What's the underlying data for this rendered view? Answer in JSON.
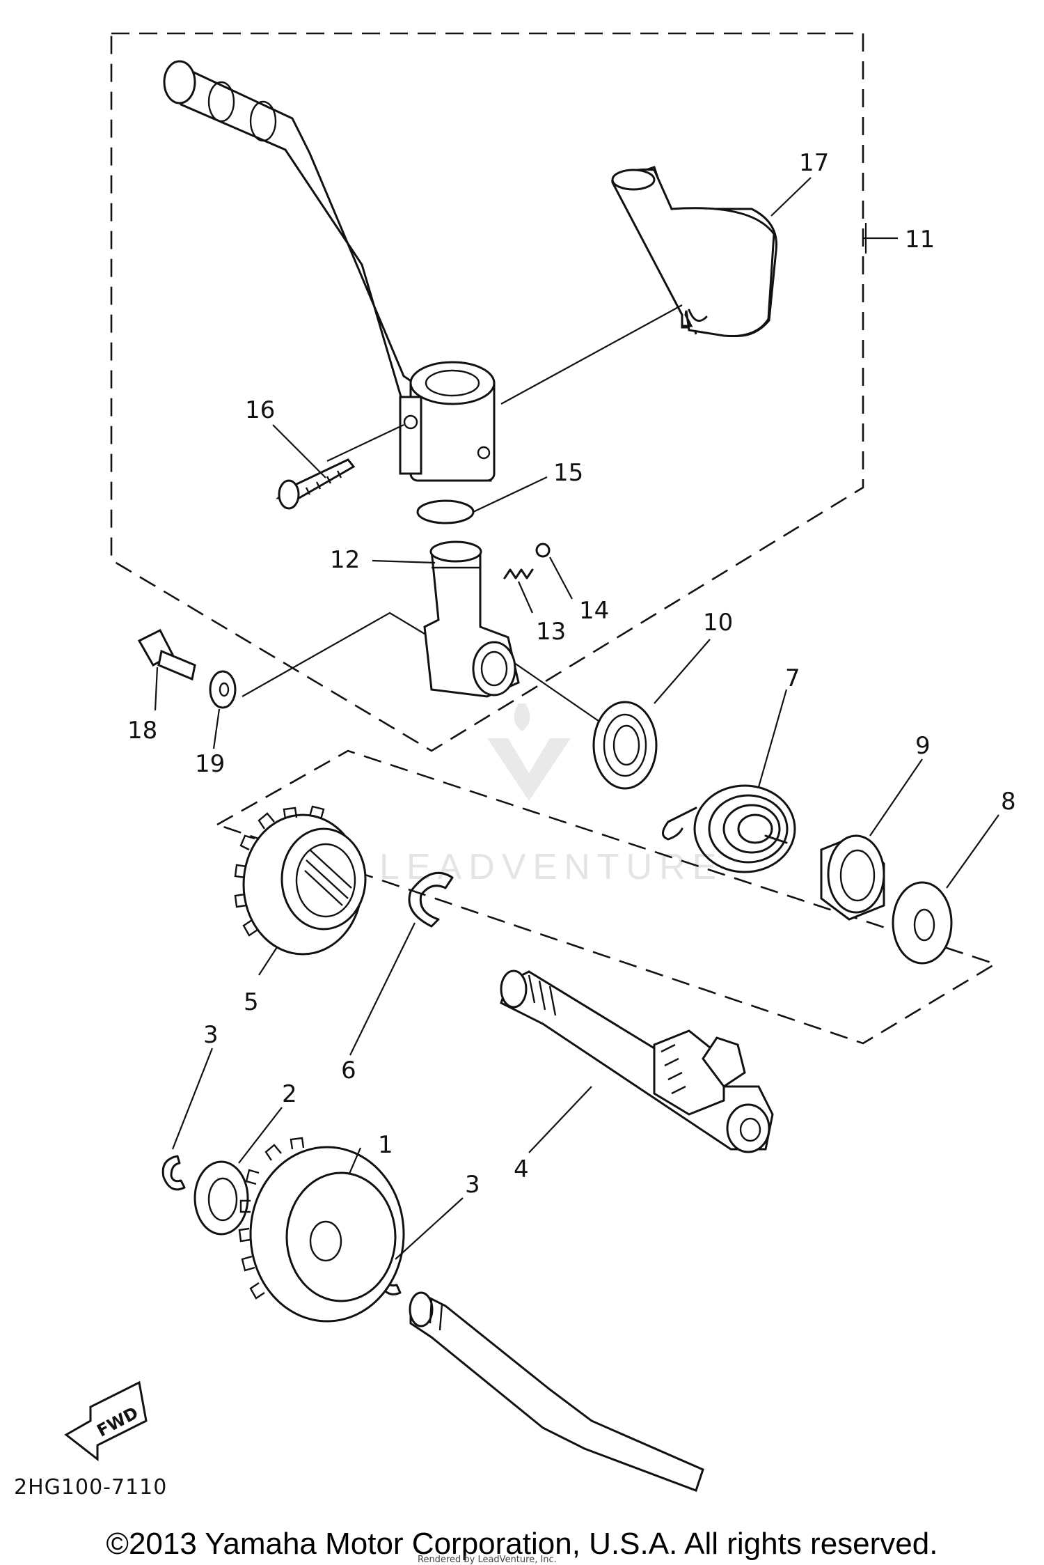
{
  "diagram": {
    "callouts": [
      "1",
      "2",
      "3",
      "3",
      "4",
      "5",
      "6",
      "7",
      "8",
      "9",
      "10",
      "11",
      "12",
      "13",
      "14",
      "15",
      "16",
      "17",
      "18",
      "19"
    ],
    "drawing_code": "2HG100-7110",
    "fwd_label": "FWD",
    "watermark": "LEADVENTURE"
  },
  "footer": {
    "copyright": "©2013 Yamaha Motor Corporation, U.S.A. All rights reserved.",
    "credit": "Rendered by LeadVenture, Inc."
  }
}
